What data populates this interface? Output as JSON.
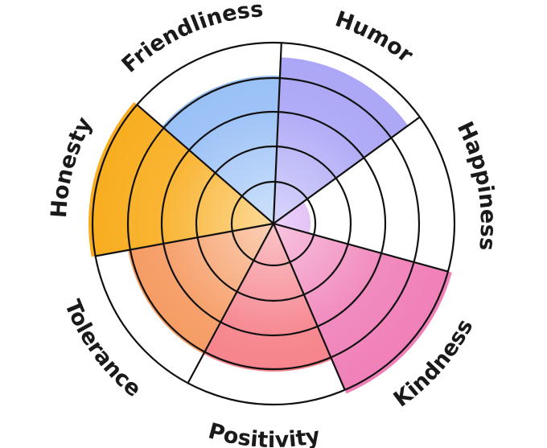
{
  "chart_data": {
    "type": "radial-bar",
    "rings": 5,
    "max": 5,
    "categories": [
      {
        "label": "Humor",
        "value": 4.5,
        "color": "#a9a4f6"
      },
      {
        "label": "Happiness",
        "value": 1.0,
        "color": "#d39bf1"
      },
      {
        "label": "Kindness",
        "value": 5.0,
        "color": "#f07fb8"
      },
      {
        "label": "Positivity",
        "value": 4.0,
        "color": "#f57d86"
      },
      {
        "label": "Tolerance",
        "value": 4.0,
        "color": "#f6975d"
      },
      {
        "label": "Honesty",
        "value": 5.0,
        "color": "#f9ad1e"
      },
      {
        "label": "Friendliness",
        "value": 4.0,
        "color": "#94bdf6"
      }
    ]
  }
}
